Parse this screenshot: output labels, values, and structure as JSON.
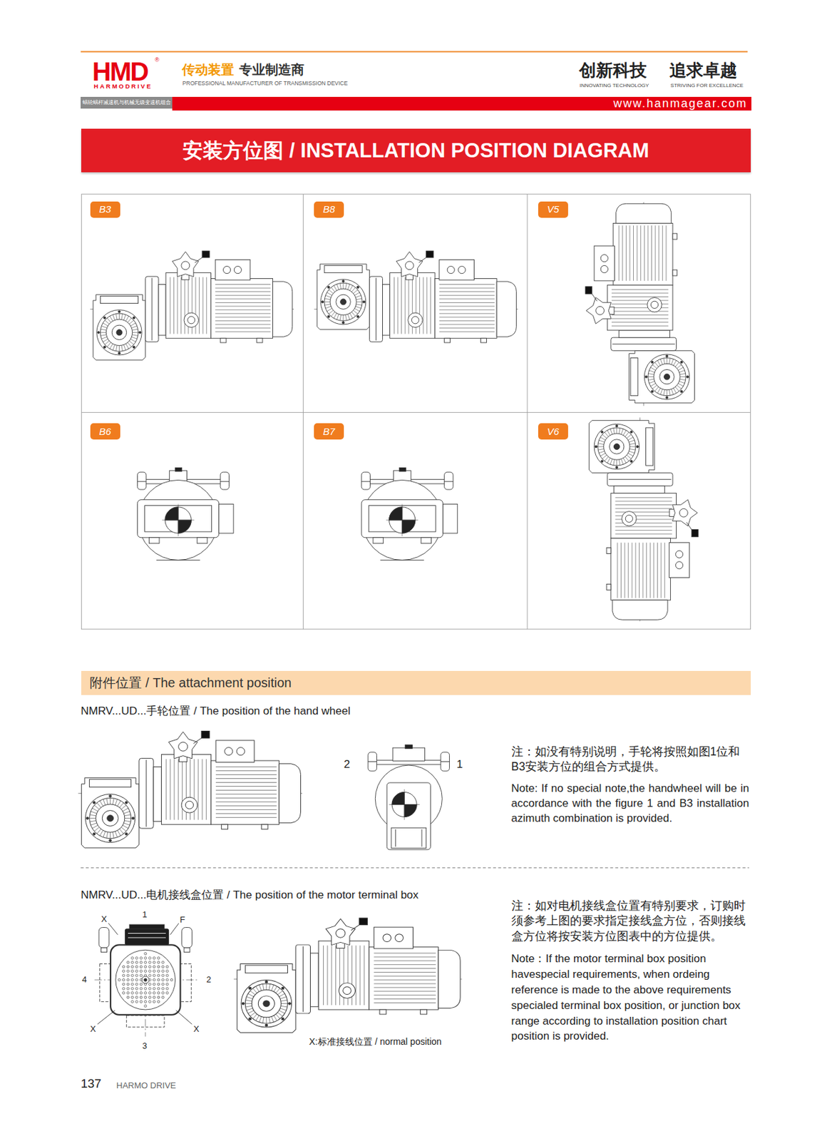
{
  "diagram": {
    "title": "安装方位图 / INSTALLATION POSITION DIAGRAM",
    "nodes": [
      {
        "text": [
          "蜗轮蜗杆减速机与机械无级变速机组合"
        ]
      },
      {
        "text": [
          "www.hanmagear.com"
        ]
      },
      {
        "text": [
          "B3"
        ]
      },
      {
        "text": [
          "B8"
        ]
      },
      {
        "text": [
          "V5"
        ]
      },
      {
        "text": [
          "B6"
        ]
      },
      {
        "text": [
          "B7"
        ]
      },
      {
        "text": [
          "V6"
        ]
      },
      {
        "text": [
          "附件位置 / The attachment position"
        ]
      }
    ],
    "labels": [
      "HMD",
      "®",
      "HARMODRIVE",
      "传动装置",
      "专业制造商",
      "PROFESSIONAL MANUFACTURER OF TRANSMISSION DEVICE",
      "创新科技",
      "INNOVATING TECHNOLOGY",
      "追求卓越",
      "STRIVING FOR EXCELLENCE",
      "NMRV...UD...手轮位置 / The position of the hand wheel",
      "2",
      "1",
      "注：如没有特别说明，手轮将按照如图1位和B3安装方位的组合方式提供。",
      "Note: If no special note,the handwheel will be in accordance with the figure 1 and B3 installation azimuth combination is provided.",
      "NMRV...UD...电机接线盒位置 / The position of the motor terminal box",
      "X",
      "1",
      "F",
      "4",
      "2",
      "X",
      "X",
      "3",
      "X:标准接线位置 / normal position",
      "注：如对电机接线盒位置有特别要求，订购时须参考上图的要求指定接线盒方位，否则接线盒方位将按安装方位图表中的方位提供。",
      "Note：If the motor terminal box position havespecial requirements, when ordeing reference is made to the above requirements specialed terminal box position, or junction box range according to installation position chart position is provided.",
      "137",
      "HARMO DRIVE"
    ]
  }
}
